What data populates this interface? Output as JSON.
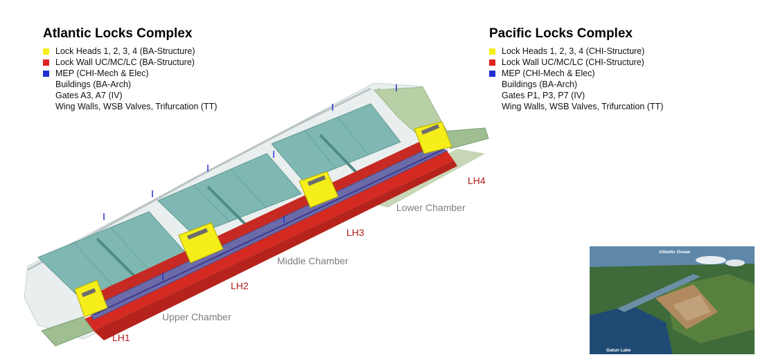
{
  "atlantic": {
    "title": "Atlantic Locks Complex",
    "items": [
      {
        "label": "Lock Heads 1, 2, 3, 4 (BA-Structure)",
        "color": "#f5ee1a"
      },
      {
        "label": "Lock Wall UC/MC/LC (BA-Structure)",
        "color": "#e0231f"
      },
      {
        "label": "MEP (CHI-Mech & Elec)",
        "color": "#1f2fd1"
      },
      {
        "label": "Buildings (BA-Arch)",
        "color": ""
      },
      {
        "label": "Gates A3, A7 (IV)",
        "color": ""
      },
      {
        "label": "Wing Walls, WSB Valves, Trifurcation (TT)",
        "color": ""
      }
    ]
  },
  "pacific": {
    "title": "Pacific Locks Complex",
    "items": [
      {
        "label": "Lock Heads 1, 2, 3, 4 (CHI-Structure)",
        "color": "#f5ee1a"
      },
      {
        "label": "Lock Wall UC/MC/LC (CHI-Structure)",
        "color": "#e0231f"
      },
      {
        "label": "MEP (CHI-Mech & Elec)",
        "color": "#1f2fd1"
      },
      {
        "label": "Buildings (BA-Arch)",
        "color": ""
      },
      {
        "label": "Gates P1, P3, P7 (IV)",
        "color": ""
      },
      {
        "label": "Wing Walls, WSB Valves, Trifurcation (TT)",
        "color": ""
      }
    ]
  },
  "lock_heads": [
    "LH1",
    "LH2",
    "LH3",
    "LH4"
  ],
  "chambers": [
    "Upper Chamber",
    "Middle Chamber",
    "Lower Chamber"
  ],
  "photo": {
    "top_label": "Atlantic Ocean",
    "bottom_label": "Gatun Lake"
  }
}
